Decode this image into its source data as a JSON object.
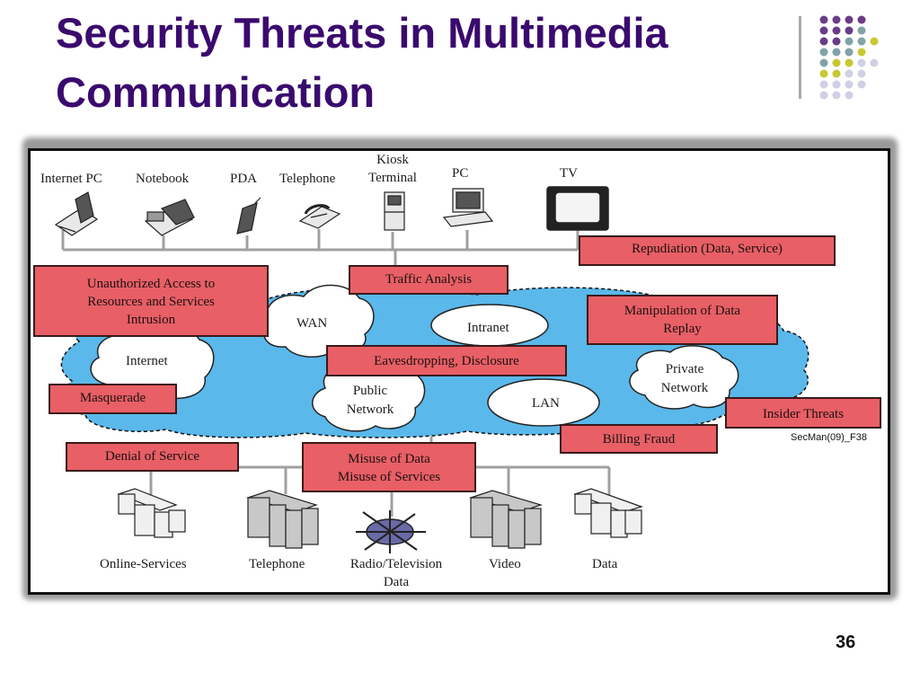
{
  "title": "Security Threats in Multimedia Communication",
  "devices": {
    "internet_pc": "Internet PC",
    "notebook": "Notebook",
    "pda": "PDA",
    "telephone": "Telephone",
    "kiosk_line1": "Kiosk",
    "kiosk_line2": "Terminal",
    "pc": "PC",
    "tv": "TV"
  },
  "networks": {
    "wan": "WAN",
    "intranet": "Intranet",
    "internet": "Internet",
    "public_line1": "Public",
    "public_line2": "Network",
    "lan": "LAN",
    "private_line1": "Private",
    "private_line2": "Network"
  },
  "threats": {
    "repudiation": "Repudiation (Data, Service)",
    "unauthorized_line1": "Unauthorized Access to",
    "unauthorized_line2": "Resources and Services",
    "unauthorized_line3": "Intrusion",
    "traffic_analysis": "Traffic Analysis",
    "manipulation_line1": "Manipulation of Data",
    "manipulation_line2": "Replay",
    "eavesdropping": "Eavesdropping, Disclosure",
    "masquerade": "Masquerade",
    "insider": "Insider Threats",
    "billing_fraud": "Billing Fraud",
    "denial": "Denial of Service",
    "misuse_line1": "Misuse of Data",
    "misuse_line2": "Misuse of Services"
  },
  "services": {
    "online": "Online-Services",
    "telephone": "Telephone",
    "radio_line1": "Radio/Television",
    "radio_line2": "Data",
    "video": "Video",
    "data": "Data"
  },
  "figure_ref": "SecMan(09)_F38",
  "page_number": "36",
  "colors": {
    "title": "#3a0a6e",
    "threat_box": "#e85f66",
    "cloud": "#5ab8ea",
    "connector": "#a0a0a0",
    "dot_purple": "#6a3c86",
    "dot_teal": "#7fa3a6",
    "dot_olive": "#c8c832",
    "dot_lavender": "#cfcfe6"
  }
}
